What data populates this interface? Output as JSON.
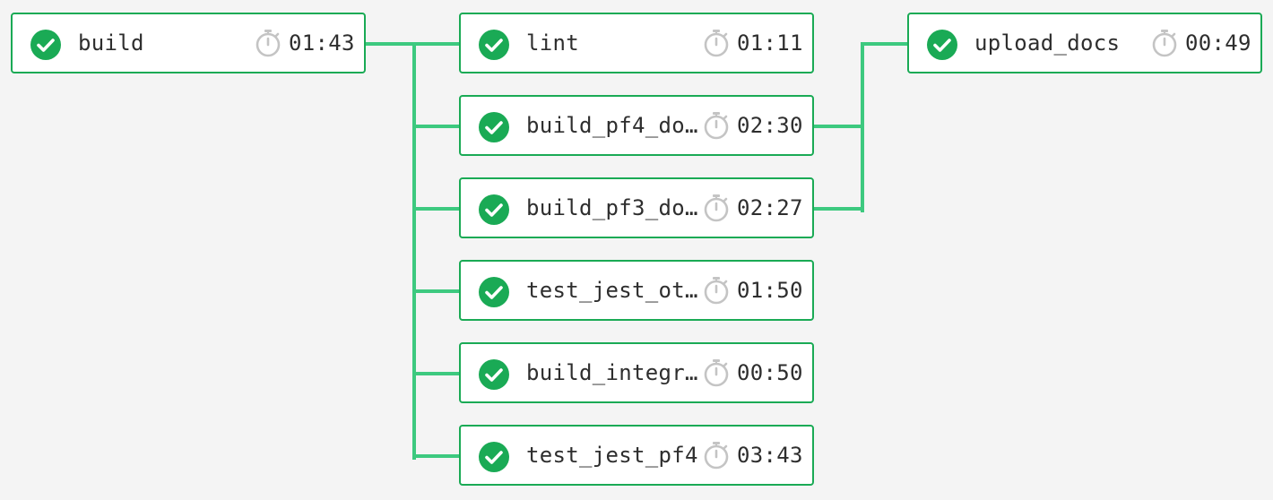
{
  "colors": {
    "success": "#1aaa55",
    "connector": "#3dc97f",
    "timer_icon": "#c4c4c4",
    "text": "#2e2e2e",
    "background": "#f4f4f4"
  },
  "icons": {
    "status": "check-circle-icon",
    "timer": "stopwatch-icon"
  },
  "stages": [
    {
      "jobs": [
        {
          "name": "build",
          "status": "success",
          "duration": "01:43"
        }
      ]
    },
    {
      "jobs": [
        {
          "name": "lint",
          "status": "success",
          "duration": "01:11"
        },
        {
          "name": "build_pf4_do…",
          "status": "success",
          "duration": "02:30"
        },
        {
          "name": "build_pf3_do…",
          "status": "success",
          "duration": "02:27"
        },
        {
          "name": "test_jest_ot…",
          "status": "success",
          "duration": "01:50"
        },
        {
          "name": "build_integr…",
          "status": "success",
          "duration": "00:50"
        },
        {
          "name": "test_jest_pf4",
          "status": "success",
          "duration": "03:43"
        }
      ]
    },
    {
      "jobs": [
        {
          "name": "upload_docs",
          "status": "success",
          "duration": "00:49"
        }
      ]
    }
  ]
}
